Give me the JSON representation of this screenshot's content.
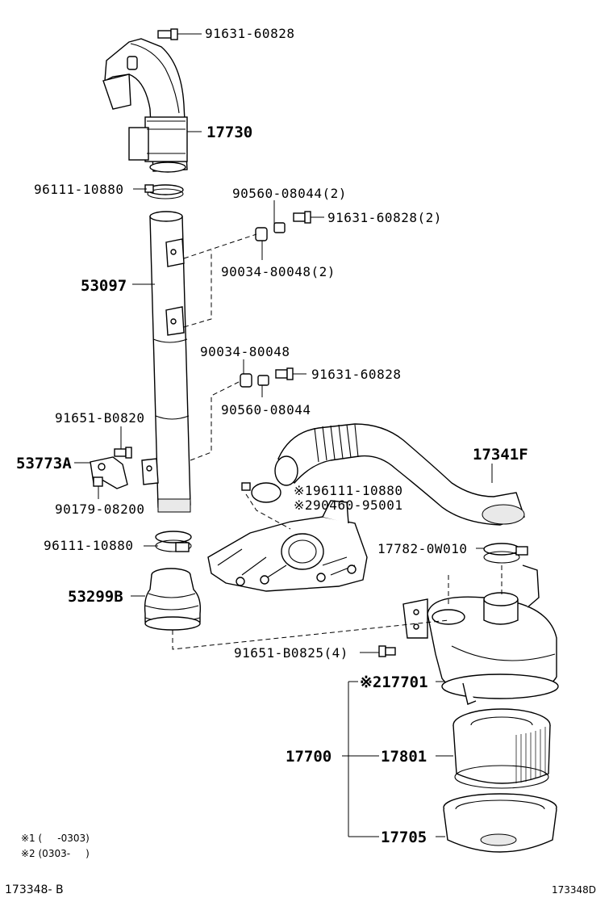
{
  "diagram": {
    "callouts": {
      "bolt_top": "91631-60828",
      "elbow": "17730",
      "clamp_upper": "96111-10880",
      "collar_a": "90560-08044(2)",
      "bolt_pair": "91631-60828(2)",
      "grommet_a": "90034-80048(2)",
      "pipe": "53097",
      "grommet_b": "90034-80048",
      "bolt_single": "91631-60828",
      "collar_b": "90560-08044",
      "bolt_bracket": "91651-B0820",
      "bracket": "53773A",
      "nut": "90179-08200",
      "hose": "17341F",
      "clamp_mid_n1": "※196111-10880",
      "clamp_mid_n2": "※290460-95001",
      "clamp_lower": "96111-10880",
      "clamp_cleaner": "17782-0W010",
      "boot": "53299B",
      "bolt_cleaner": "91651-B0825(4)",
      "cleaner_body": "※217701",
      "cleaner_assy": "17700",
      "element": "17801",
      "cap": "17705"
    },
    "notes": {
      "note1": "※1 (     -0303)",
      "note2": "※2 (0303-     )"
    },
    "footer": {
      "left_code": "173348- B",
      "right_code": "173348D"
    }
  }
}
